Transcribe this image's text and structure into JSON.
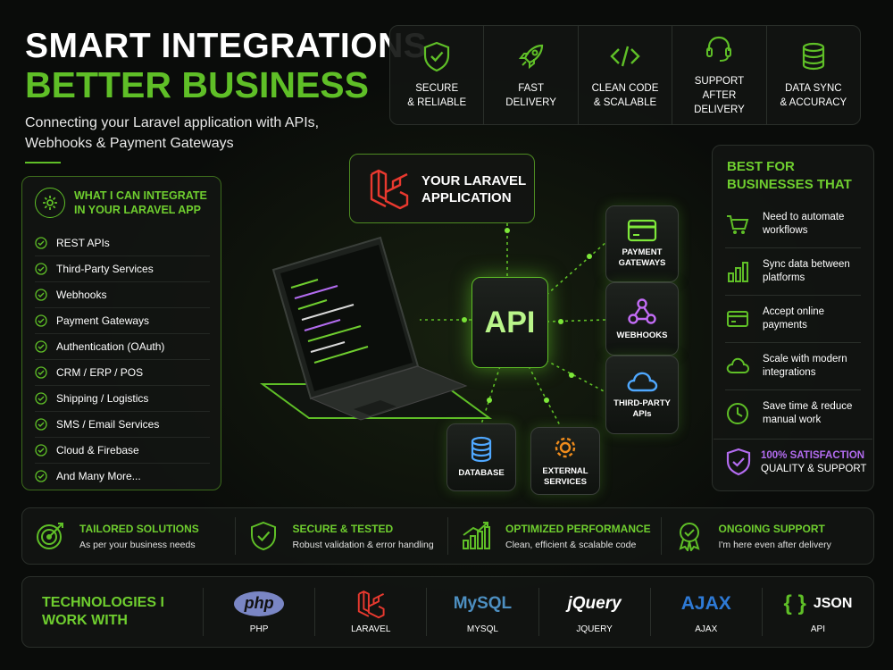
{
  "header": {
    "title_line1": "SMART INTEGRATIONS",
    "title_line2": "BETTER BUSINESS",
    "subtitle": "Connecting your Laravel application with APIs, Webhooks & Payment Gateways"
  },
  "features": [
    {
      "icon": "shield-check-icon",
      "line1": "SECURE",
      "line2": "& RELIABLE"
    },
    {
      "icon": "rocket-icon",
      "line1": "FAST",
      "line2": "DELIVERY"
    },
    {
      "icon": "code-icon",
      "line1": "CLEAN CODE",
      "line2": "& SCALABLE"
    },
    {
      "icon": "headset-icon",
      "line1": "SUPPORT",
      "line2": "AFTER DELIVERY"
    },
    {
      "icon": "database-icon",
      "line1": "DATA SYNC",
      "line2": "& ACCURACY"
    }
  ],
  "integrate": {
    "title": "WHAT I CAN INTEGRATE IN YOUR LARAVEL APP",
    "items": [
      "REST APIs",
      "Third-Party Services",
      "Webhooks",
      "Payment Gateways",
      "Authentication (OAuth)",
      "CRM / ERP / POS",
      "Shipping / Logistics",
      "SMS / Email Services",
      "Cloud & Firebase",
      "And Many More..."
    ]
  },
  "diagram": {
    "app_label_line1": "YOUR LARAVEL",
    "app_label_line2": "APPLICATION",
    "api_label": "API",
    "nodes": {
      "payment": [
        "PAYMENT",
        "GATEWAYS"
      ],
      "webhooks": [
        "WEBHOOKS"
      ],
      "thirdparty": [
        "THIRD-PARTY",
        "APIs"
      ],
      "database": [
        "DATABASE"
      ],
      "external": [
        "EXTERNAL",
        "SERVICES"
      ]
    }
  },
  "best_for": {
    "title": "BEST FOR BUSINESSES THAT",
    "items": [
      {
        "icon": "cart-icon",
        "text": "Need to automate workflows"
      },
      {
        "icon": "bar-chart-icon",
        "text": "Sync data between platforms"
      },
      {
        "icon": "card-icon",
        "text": "Accept online payments"
      },
      {
        "icon": "cloud-icon",
        "text": "Scale with modern integrations"
      },
      {
        "icon": "clock-icon",
        "text": "Save time & reduce manual work"
      }
    ],
    "satisfaction_line1": "100% SATISFACTION",
    "satisfaction_line2": "QUALITY & SUPPORT"
  },
  "benefits": [
    {
      "icon": "target-icon",
      "title": "TAILORED SOLUTIONS",
      "sub": "As per your business needs"
    },
    {
      "icon": "shield-check-icon",
      "title": "SECURE & TESTED",
      "sub": "Robust validation & error handling"
    },
    {
      "icon": "growth-chart-icon",
      "title": "OPTIMIZED PERFORMANCE",
      "sub": "Clean, efficient & scalable code"
    },
    {
      "icon": "award-icon",
      "title": "ONGOING SUPPORT",
      "sub": "I'm here even after delivery"
    }
  ],
  "technologies": {
    "title": "TECHNOLOGIES I WORK WITH",
    "items": [
      {
        "logo": "php",
        "label": "PHP"
      },
      {
        "logo": "laravel",
        "label": "LARAVEL"
      },
      {
        "logo": "MySQL",
        "label": "MYSQL"
      },
      {
        "logo": "jQuery",
        "label": "JQUERY"
      },
      {
        "logo": "AJAX",
        "label": "AJAX"
      },
      {
        "logo": "JSON",
        "label": "API"
      }
    ]
  },
  "colors": {
    "accent": "#5fbf27",
    "purple": "#b36cf0",
    "laravel_red": "#e8392f",
    "background": "#0b0d0b"
  }
}
